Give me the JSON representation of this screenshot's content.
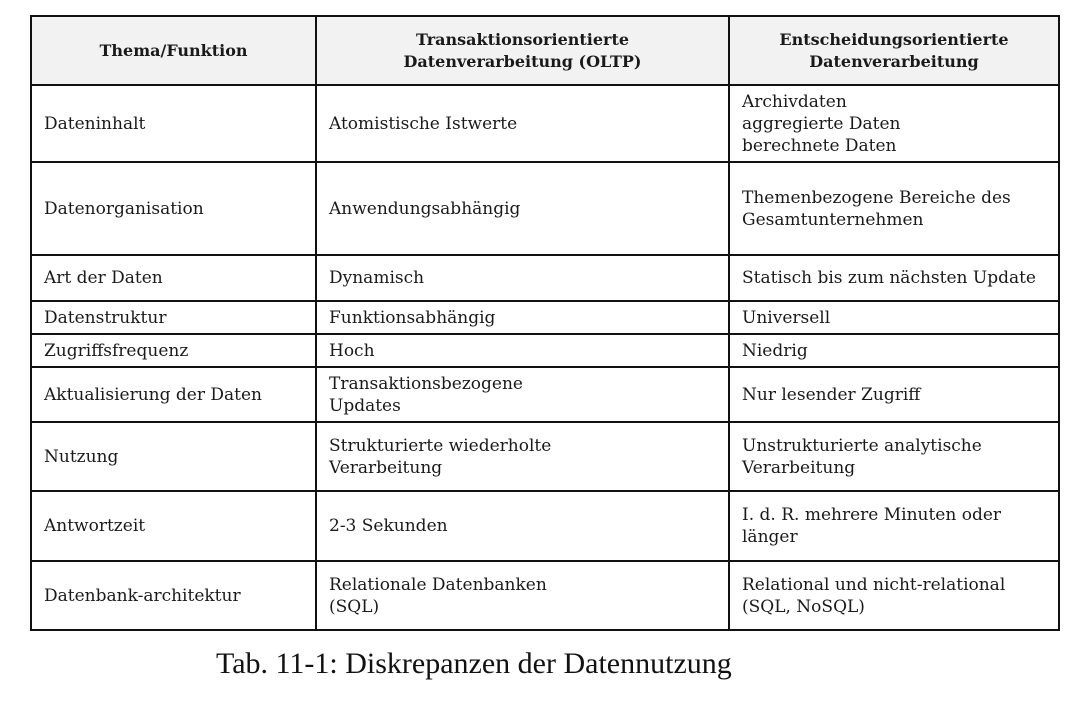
{
  "table": {
    "headers": [
      [
        "Thema/Funktion"
      ],
      [
        "Transaktionsorientierte",
        "Datenverarbeitung (OLTP)"
      ],
      [
        "Entscheidungsorientierte",
        "Datenverarbeitung"
      ]
    ],
    "rows": [
      [
        [
          "Dateninhalt"
        ],
        [
          "Atomistische Istwerte"
        ],
        [
          "Archivdaten",
          "aggregierte Daten",
          "berechnete Daten"
        ]
      ],
      [
        [
          "Datenorganisation"
        ],
        [
          "Anwendungsabhängig"
        ],
        [
          "Themenbezogene Bereiche des",
          "Gesamtunternehmen"
        ]
      ],
      [
        [
          "Art der Daten"
        ],
        [
          "Dynamisch"
        ],
        [
          "Statisch bis zum nächsten Update"
        ]
      ],
      [
        [
          "Datenstruktur"
        ],
        [
          "Funktionsabhängig"
        ],
        [
          "Universell"
        ]
      ],
      [
        [
          "Zugriffsfrequenz"
        ],
        [
          "Hoch"
        ],
        [
          "Niedrig"
        ]
      ],
      [
        [
          "Aktualisierung der Daten"
        ],
        [
          "Transaktionsbezogene",
          "Updates"
        ],
        [
          "Nur lesender Zugriff"
        ]
      ],
      [
        [
          "Nutzung"
        ],
        [
          "Strukturierte wiederholte",
          "Verarbeitung"
        ],
        [
          "Unstrukturierte analytische",
          "Verarbeitung"
        ]
      ],
      [
        [
          "Antwortzeit"
        ],
        [
          "2-3 Sekunden"
        ],
        [
          "I. d. R. mehrere Minuten oder",
          "länger"
        ]
      ],
      [
        [
          "Datenbank-architektur"
        ],
        [
          "Relationale Datenbanken",
          "(SQL)"
        ],
        [
          "Relational und nicht-relational",
          "(SQL, NoSQL)"
        ]
      ]
    ]
  },
  "caption": "Tab. 11-1:  Diskrepanzen der Datennutzung"
}
